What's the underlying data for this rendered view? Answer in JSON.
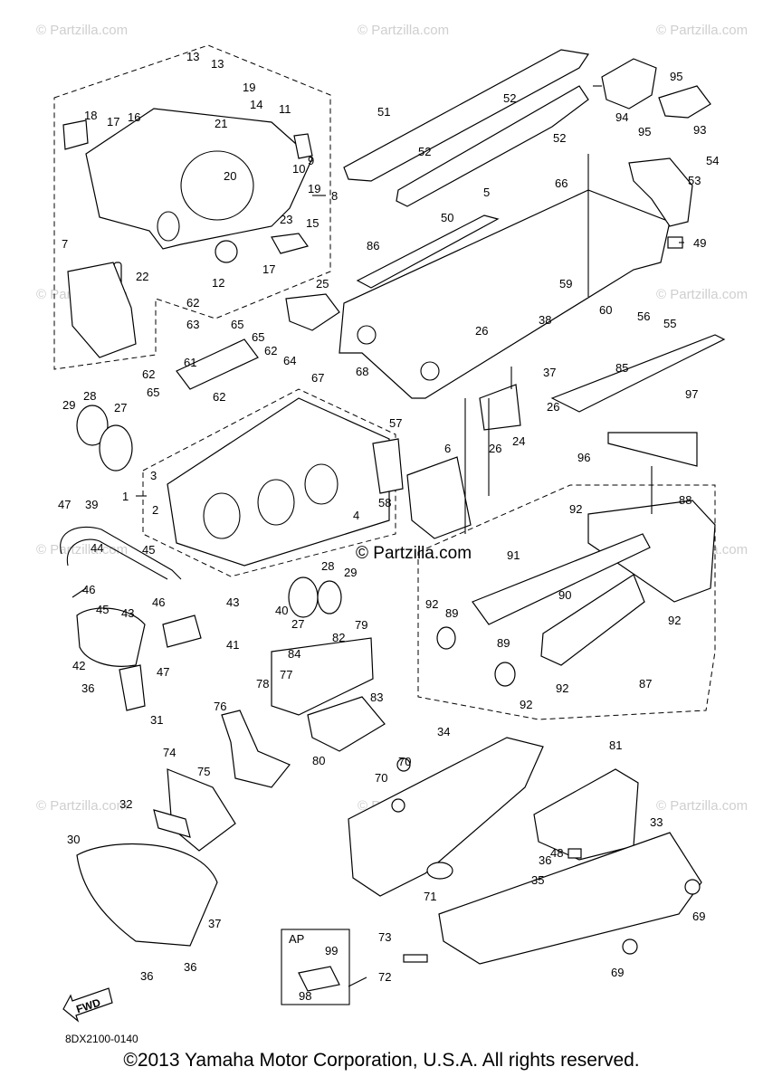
{
  "watermark": "© Partzilla.com",
  "diagram_code": "8DX2100-0140",
  "fwd_label": "FWD",
  "ap_label": "AP",
  "copyright": "©2013 Yamaha Motor Corporation, U.S.A. All rights reserved.",
  "callouts": {
    "n1": "1",
    "n2": "2",
    "n3": "3",
    "n4": "4",
    "n5": "5",
    "n6": "6",
    "n7": "7",
    "n8": "8",
    "n9": "9",
    "n10": "10",
    "n11": "11",
    "n12": "12",
    "n13a": "13",
    "n13b": "13",
    "n14": "14",
    "n15": "15",
    "n16": "16",
    "n17a": "17",
    "n17b": "17",
    "n18": "18",
    "n19a": "19",
    "n19b": "19",
    "n20": "20",
    "n21": "21",
    "n22": "22",
    "n23": "23",
    "n24": "24",
    "n25": "25",
    "n26a": "26",
    "n26b": "26",
    "n26c": "26",
    "n27a": "27",
    "n27b": "27",
    "n28a": "28",
    "n28b": "28",
    "n29a": "29",
    "n29b": "29",
    "n30": "30",
    "n31": "31",
    "n32": "32",
    "n33": "33",
    "n34": "34",
    "n35": "35",
    "n36a": "36",
    "n36b": "36",
    "n36c": "36",
    "n36d": "36",
    "n37a": "37",
    "n37b": "37",
    "n38": "38",
    "n39": "39",
    "n40": "40",
    "n41": "41",
    "n42": "42",
    "n43a": "43",
    "n43b": "43",
    "n44": "44",
    "n45a": "45",
    "n45b": "45",
    "n46a": "46",
    "n46b": "46",
    "n47a": "47",
    "n47b": "47",
    "n48": "48",
    "n49": "49",
    "n50": "50",
    "n51": "51",
    "n52a": "52",
    "n52b": "52",
    "n52c": "52",
    "n53": "53",
    "n54": "54",
    "n55": "55",
    "n56": "56",
    "n57": "57",
    "n58": "58",
    "n59": "59",
    "n60": "60",
    "n61": "61",
    "n62a": "62",
    "n62b": "62",
    "n62c": "62",
    "n62d": "62",
    "n63": "63",
    "n64": "64",
    "n65a": "65",
    "n65b": "65",
    "n65c": "65",
    "n66": "66",
    "n67": "67",
    "n68": "68",
    "n69a": "69",
    "n69b": "69",
    "n70a": "70",
    "n70b": "70",
    "n71": "71",
    "n72": "72",
    "n73": "73",
    "n74": "74",
    "n75": "75",
    "n76": "76",
    "n77": "77",
    "n78": "78",
    "n79": "79",
    "n80": "80",
    "n81": "81",
    "n82": "82",
    "n83": "83",
    "n84": "84",
    "n85": "85",
    "n86": "86",
    "n87": "87",
    "n88": "88",
    "n89a": "89",
    "n89b": "89",
    "n90": "90",
    "n91": "91",
    "n92a": "92",
    "n92b": "92",
    "n92c": "92",
    "n92d": "92",
    "n92e": "92",
    "n93": "93",
    "n94": "94",
    "n95a": "95",
    "n95b": "95",
    "n96": "96",
    "n97": "97",
    "n98": "98",
    "n99": "99"
  }
}
